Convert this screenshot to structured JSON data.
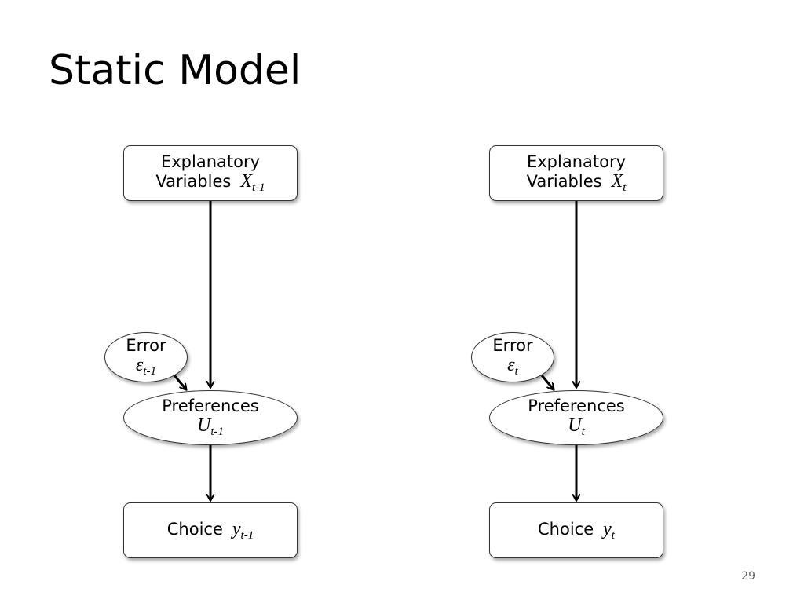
{
  "title": "Static Model",
  "page_number": "29",
  "panels": [
    {
      "explanatory": {
        "line1": "Explanatory",
        "line2": "Variables",
        "var": "X",
        "sub": "t-1"
      },
      "error": {
        "label": "Error",
        "var": "ε",
        "sub": "t-1"
      },
      "preferences": {
        "label": "Preferences",
        "var": "U",
        "sub": "t-1"
      },
      "choice": {
        "label": "Choice",
        "var": "y",
        "sub": "t-1"
      }
    },
    {
      "explanatory": {
        "line1": "Explanatory",
        "line2": "Variables",
        "var": "X",
        "sub": "t"
      },
      "error": {
        "label": "Error",
        "var": "ε",
        "sub": "t"
      },
      "preferences": {
        "label": "Preferences",
        "var": "U",
        "sub": "t"
      },
      "choice": {
        "label": "Choice",
        "var": "y",
        "sub": "t"
      }
    }
  ]
}
